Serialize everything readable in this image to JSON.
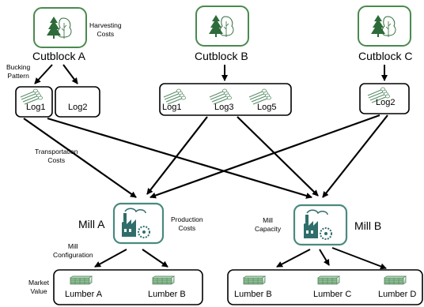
{
  "cutblocks": {
    "a": {
      "name": "Cutblock A",
      "logs": [
        "Log1",
        "Log2"
      ]
    },
    "b": {
      "name": "Cutblock B",
      "logs": [
        "Log1",
        "Log3",
        "Log5"
      ]
    },
    "c": {
      "name": "Cutblock C",
      "logs": [
        "Log2"
      ]
    }
  },
  "mills": {
    "a": {
      "name": "Mill A",
      "products": [
        "Lumber A",
        "Lumber B"
      ]
    },
    "b": {
      "name": "Mill B",
      "products": [
        "Lumber B",
        "Lumber C",
        "Lumber D"
      ]
    }
  },
  "annotations": {
    "harvesting_costs": "Harvesting\nCosts",
    "bucking_pattern": "Bucking\nPattern",
    "transportation_costs": "Transportation\nCosts",
    "production_costs": "Production\nCosts",
    "mill_capacity": "Mill\nCapacity",
    "mill_configuration": "Mill\nConfiguration",
    "market_value": "Market\nValue"
  },
  "colors": {
    "forest_green": "#2e6b3a",
    "teal_border": "#4a8a7e",
    "lumber_green": "#6a9a72"
  },
  "icons": {
    "forest": "forest-icon",
    "mill": "mill-icon",
    "log": "log-bundle-icon",
    "lumber": "lumber-stack-icon"
  }
}
